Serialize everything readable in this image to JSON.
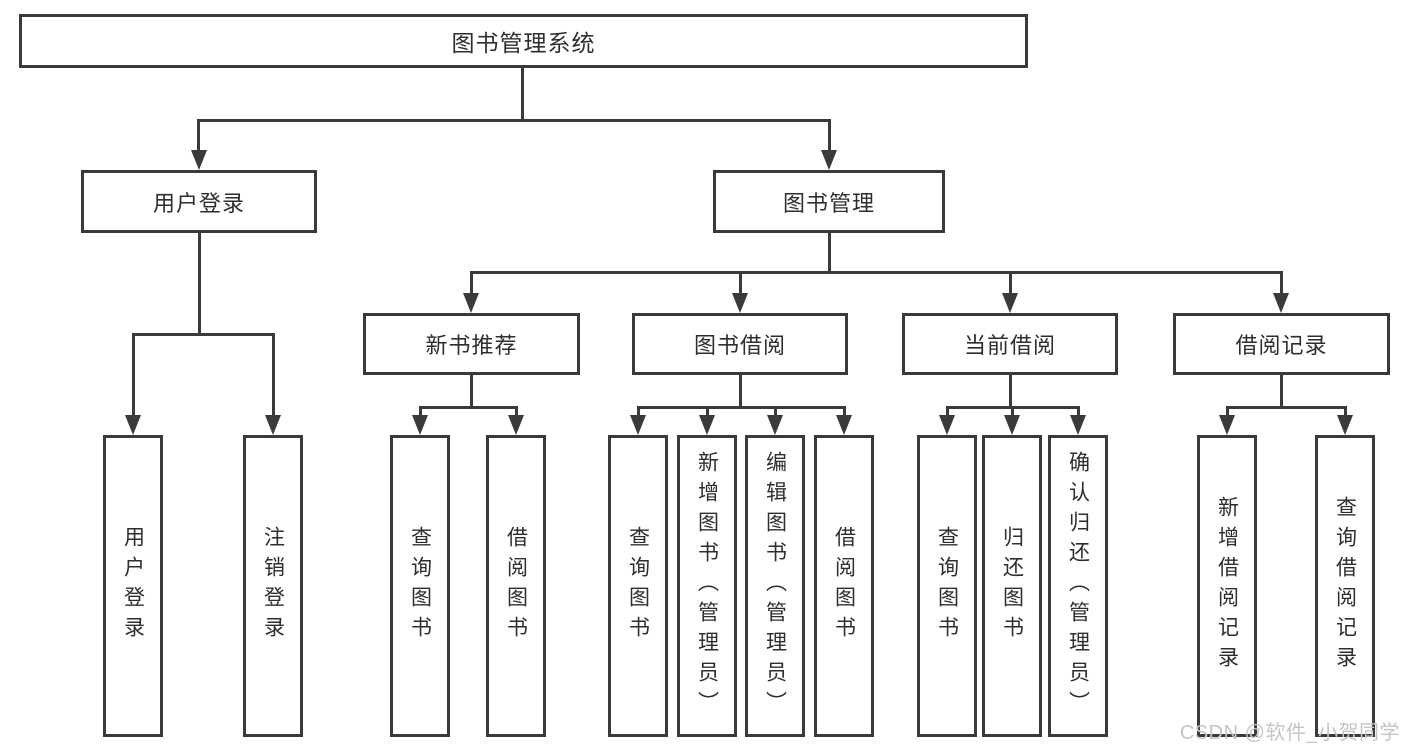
{
  "colors": {
    "line": "#3a3a3a",
    "text": "#2e2e2e",
    "box_background": "#ffffff",
    "watermark": "#c5c5c8",
    "page_background": "#ffffff"
  },
  "watermark": {
    "text": "CSDN @软件_小贺同学"
  },
  "diagram": {
    "root": {
      "label": "图书管理系统"
    },
    "branches": [
      {
        "label": "用户登录",
        "children": [
          "用户登录",
          "注销登录"
        ]
      },
      {
        "label": "图书管理",
        "sections": [
          {
            "label": "新书推荐",
            "children": [
              "查询图书",
              "借阅图书"
            ]
          },
          {
            "label": "图书借阅",
            "children": [
              "查询图书",
              "新增图书（管理员）",
              "编辑图书（管理员）",
              "借阅图书"
            ]
          },
          {
            "label": "当前借阅",
            "children": [
              "查询图书",
              "归还图书",
              "确认归还（管理员）"
            ]
          },
          {
            "label": "借阅记录",
            "children": [
              "新增借阅记录",
              "查询借阅记录"
            ]
          }
        ]
      }
    ]
  }
}
